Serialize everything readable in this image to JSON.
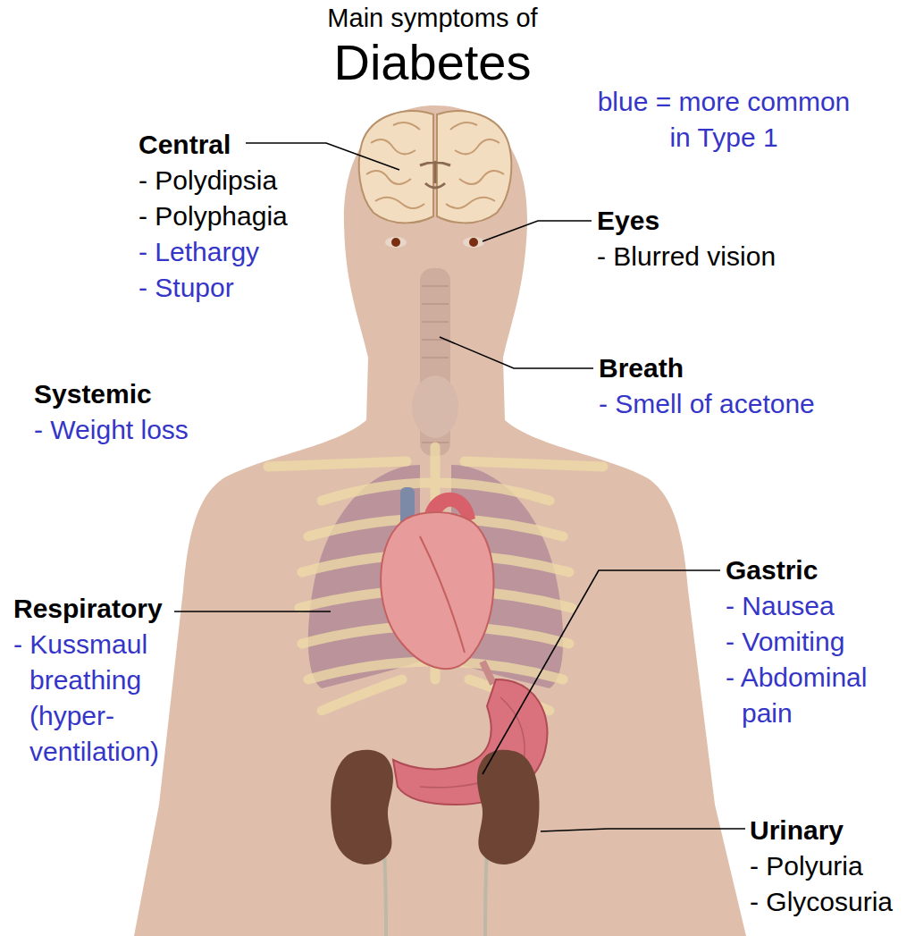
{
  "diagram": {
    "title": "Diabetes",
    "labels": [
      "Main symptoms of",
      "blue = more common in Type 1",
      "Central",
      "- Polydipsia",
      "- Polyphagia",
      "- Lethargy",
      "- Stupor",
      "Eyes",
      "- Blurred vision",
      "Breath",
      "- Smell of acetone",
      "Systemic",
      "- Weight loss",
      "Respiratory",
      "- Kussmaul breathing (hyper- ventilation)",
      "Gastric",
      "- Nausea",
      "- Vomiting",
      "- Abdominal pain",
      "Urinary",
      "- Polyuria",
      "- Glycosuria"
    ]
  }
}
